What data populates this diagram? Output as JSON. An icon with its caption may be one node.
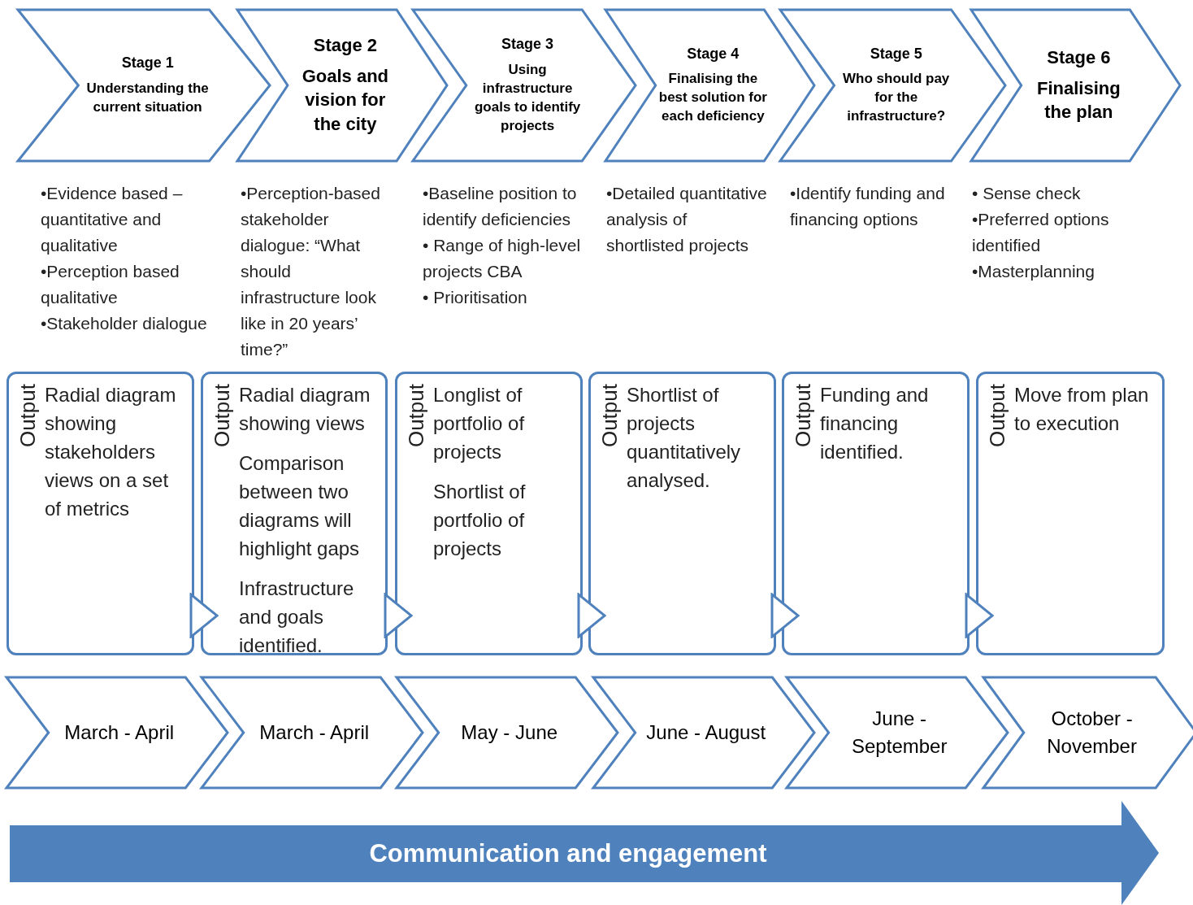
{
  "diagram": {
    "nodes": [
      {
        "text": [
          "Stage 1",
          "Understanding the current situation"
        ],
        "beside": [
          "•Evidence based – quantitative and qualitative",
          "•Perception based qualitative",
          "•Stakeholder dialogue"
        ]
      },
      {
        "text": [
          "Stage 2",
          "Goals and vision for the city"
        ],
        "beside": [
          "•Perception-based stakeholder dialogue: “What should infrastructure look like in 20 years’ time?”"
        ]
      },
      {
        "text": [
          "Stage 3",
          "Using infrastructure goals to identify projects"
        ],
        "beside": [
          "•Baseline position to identify deficiencies",
          "• Range of high-level projects CBA",
          "• Prioritisation"
        ]
      },
      {
        "text": [
          "Stage 4",
          "Finalising the best solution for each deficiency"
        ],
        "beside": [
          "•Detailed quantitative analysis of shortlisted projects"
        ]
      },
      {
        "text": [
          "Stage 5",
          "Who should pay for the infrastructure?"
        ],
        "beside": [
          "•Identify funding and financing options"
        ]
      },
      {
        "text": [
          "Stage 6",
          "Finalising the plan"
        ],
        "beside": [
          "• Sense check",
          "•Preferred options identified",
          "•Masterplanning"
        ]
      },
      {
        "text": [
          "Output",
          "Radial diagram showing stakeholders views on a set of metrics"
        ]
      },
      {
        "text": [
          "Output",
          "Radial diagram showing views",
          "Comparison between two diagrams will highlight gaps",
          "Infrastructure and goals identified."
        ]
      },
      {
        "text": [
          "Output",
          "Longlist of portfolio of projects",
          "Shortlist of portfolio of projects"
        ]
      },
      {
        "text": [
          "Output",
          "Shortlist of projects quantitatively analysed."
        ]
      },
      {
        "text": [
          "Output",
          "Funding and financing identified."
        ]
      },
      {
        "text": [
          "Output",
          "Move from plan to execution"
        ]
      },
      {
        "text": [
          "March - April"
        ]
      },
      {
        "text": [
          "March - April"
        ]
      },
      {
        "text": [
          "May - June"
        ]
      },
      {
        "text": [
          "June - August"
        ]
      },
      {
        "text": [
          "June - September"
        ]
      },
      {
        "text": [
          "October - November"
        ]
      },
      {
        "text": [
          "Communication and engagement"
        ]
      }
    ],
    "edges": [
      {
        "from": 6,
        "to": 7,
        "arrow": "to"
      },
      {
        "from": 7,
        "to": 8,
        "arrow": "to"
      },
      {
        "from": 8,
        "to": 9,
        "arrow": "to"
      },
      {
        "from": 9,
        "to": 10,
        "arrow": "to"
      },
      {
        "from": 10,
        "to": 11,
        "arrow": "to"
      }
    ]
  }
}
